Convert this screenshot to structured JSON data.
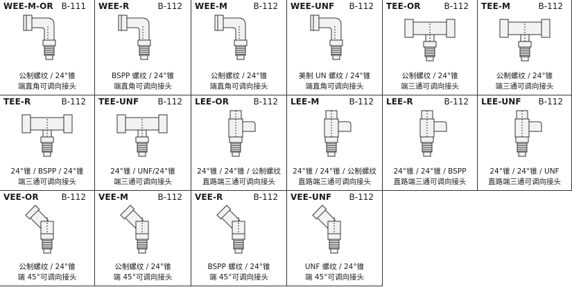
{
  "fittings": [
    {
      "code": "WEE-M-OR",
      "std": "B-111",
      "line1": "公制螺纹 / 24°锥",
      "line2": "端直角可调向接头",
      "shape": "elbow"
    },
    {
      "code": "WEE-R",
      "std": "B-112",
      "line1": "BSPP 螺纹 / 24°锥",
      "line2": "端直角可调向接头",
      "shape": "elbow"
    },
    {
      "code": "WEE-M",
      "std": "B-112",
      "line1": "公制螺纹 / 24°锥",
      "line2": "端直角可调向接头",
      "shape": "elbow"
    },
    {
      "code": "WEE-UNF",
      "std": "B-112",
      "line1": "美制 UN 螺纹 / 24°锥",
      "line2": "端直角可调向接头",
      "shape": "elbow"
    },
    {
      "code": "TEE-OR",
      "std": "B-112",
      "line1": "公制螺纹 / 24°锥",
      "line2": "端三通可调向接头",
      "shape": "tee"
    },
    {
      "code": "TEE-M",
      "std": "B-112",
      "line1": "公制螺纹 / 24°锥",
      "line2": "端三通可调向接头",
      "shape": "tee"
    },
    {
      "code": "TEE-R",
      "std": "B-112",
      "line1": "24°锥 / BSPP / 24°锥",
      "line2": "端三通可调向接头",
      "shape": "tee"
    },
    {
      "code": "TEE-UNF",
      "std": "B-112",
      "line1": "24°锥 / UNF/24°锥",
      "line2": "端三通可调向接头",
      "shape": "tee"
    },
    {
      "code": "LEE-OR",
      "std": "B-112",
      "line1": "24°锥 / 24°锥 / 公制螺纹",
      "line2": "直路端三通可调向接头",
      "shape": "lee"
    },
    {
      "code": "LEE-M",
      "std": "B-112",
      "line1": "24°锥 / 24°锥 / 公制螺纹",
      "line2": "直路端三通可调向接头",
      "shape": "lee"
    },
    {
      "code": "LEE-R",
      "std": "B-112",
      "line1": "24°锥 / 24°锥 / BSPP",
      "line2": "直路端三通可调向接头",
      "shape": "lee"
    },
    {
      "code": "LEE-UNF",
      "std": "B-112",
      "line1": "24°锥 / 24°锥 / UNF",
      "line2": "直路端三通可调向接头",
      "shape": "lee"
    },
    {
      "code": "VEE-OR",
      "std": "B-112",
      "line1": "公制螺纹 / 24°锥",
      "line2": "端 45°可调向接头",
      "shape": "vee"
    },
    {
      "code": "VEE-M",
      "std": "B-112",
      "line1": "公制螺纹 / 24°锥",
      "line2": "端 45°可调向接头",
      "shape": "vee"
    },
    {
      "code": "VEE-R",
      "std": "B-112",
      "line1": "BSPP 螺纹 / 24°锥",
      "line2": "端 45°可调向接头",
      "shape": "vee"
    },
    {
      "code": "VEE-UNF",
      "std": "B-112",
      "line1": "UNF 螺纹 / 24°锥",
      "line2": "端 45°可调向接头",
      "shape": "vee"
    }
  ]
}
